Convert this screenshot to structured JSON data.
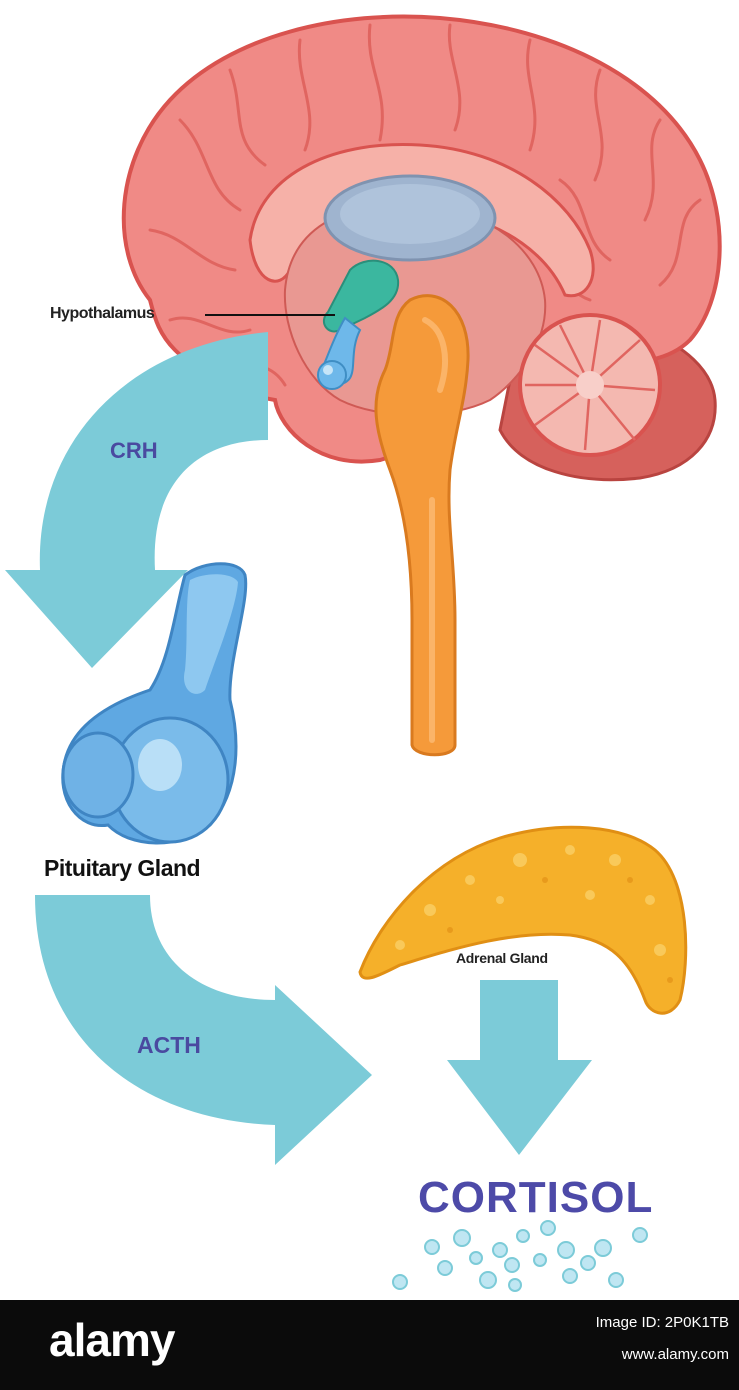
{
  "labels": {
    "hypothalamus": "Hypothalamus",
    "crh": "CRH",
    "pituitary": "Pituitary Gland",
    "adrenal": "Adrenal Gland",
    "acth": "ACTH",
    "cortisol": "CORTISOL"
  },
  "footer": {
    "logo": "alamy",
    "image_id": "Image ID: 2P0K1TB",
    "site": "www.alamy.com"
  },
  "colors": {
    "cerebrum": "#f08a86",
    "cerebrum_outline": "#d9534f",
    "brainstem": "#f59a3a",
    "hypothalamus": "#3bb79f",
    "pituitary": "#6eb8ea",
    "ventricle": "#9fb4cf",
    "arrows": "#7ccbd8",
    "adrenal": "#f5b02a",
    "label_accent": "#4d4aa8",
    "footer_bg": "#0b0b0b"
  },
  "icons": [
    "brain-illustration",
    "pituitary-gland-illustration",
    "adrenal-gland-illustration",
    "arrow",
    "cortisol-molecules"
  ]
}
